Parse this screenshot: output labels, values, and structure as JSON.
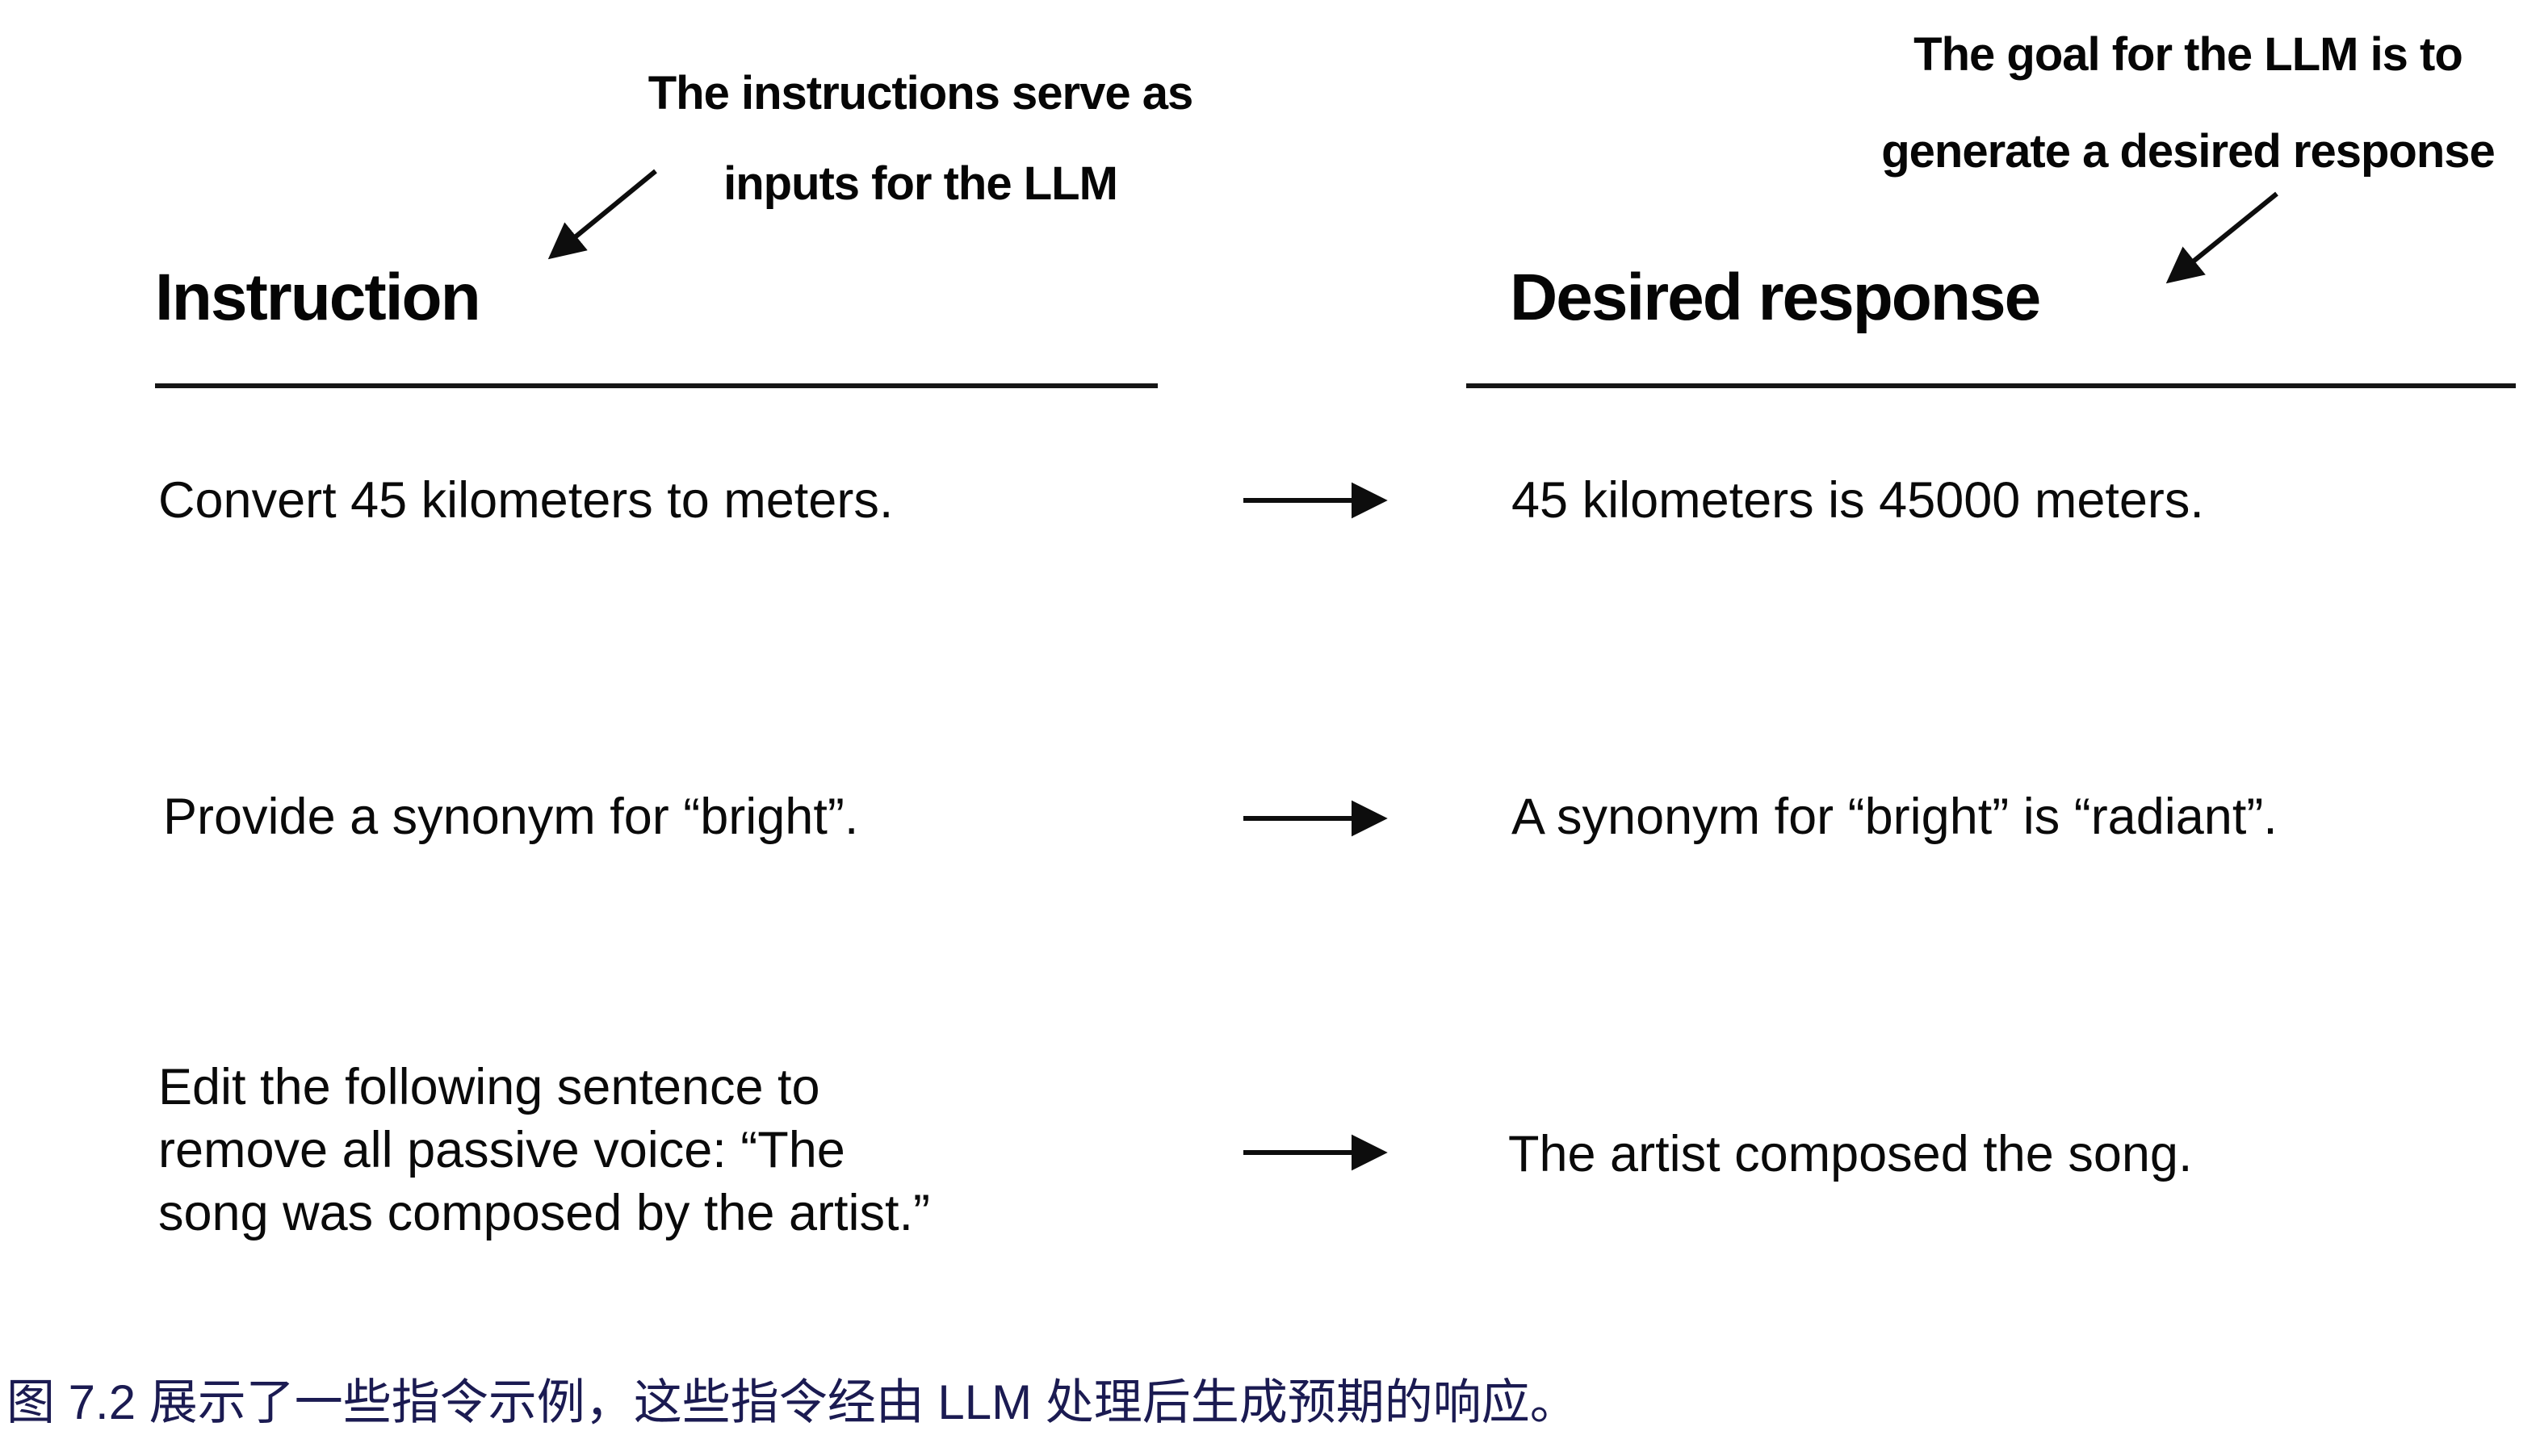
{
  "figure": {
    "annotations": {
      "instruction_note": "The instructions serve as\ninputs for the LLM",
      "response_note": "The goal for the LLM is to\ngenerate a desired response"
    },
    "columns": {
      "left_header": "Instruction",
      "right_header": "Desired response"
    },
    "rows": [
      {
        "instruction": "Convert 45 kilometers to meters.",
        "response": "45 kilometers is 45000 meters."
      },
      {
        "instruction": "Provide a synonym for “bright”.",
        "response": "A synonym for “bright” is “radiant”."
      },
      {
        "instruction": "Edit the following sentence to\nremove all passive voice: “The\nsong was composed by the artist.”",
        "response": "The artist composed the song."
      }
    ],
    "caption": {
      "text": "图 7.2 展示了一些指令示例，这些指令经由 LLM 处理后生成预期的响应。",
      "color": "#1b1b52"
    },
    "colors": {
      "background": "#ffffff",
      "text": "#0a0a0a",
      "caption": "#1b1b52"
    }
  }
}
